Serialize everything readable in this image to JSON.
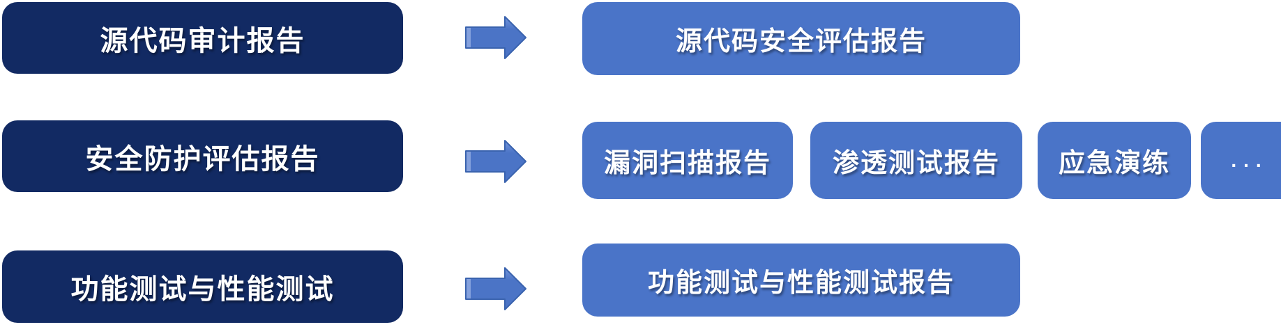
{
  "colors": {
    "dark_box": "#122A63",
    "light_box": "#4A74C8",
    "arrow_fill": "#4B74C6",
    "arrow_stroke": "#3A63AE",
    "arrow_highlight": "#8FA9E0",
    "text": "#FFFFFF",
    "background": "#FFFFFF"
  },
  "rows": [
    {
      "source": "源代码审计报告",
      "targets": [
        {
          "label": "源代码安全评估报告"
        }
      ]
    },
    {
      "source": "安全防护评估报告",
      "targets": [
        {
          "label": "漏洞扫描报告"
        },
        {
          "label": "渗透测试报告"
        },
        {
          "label": "应急演练"
        },
        {
          "label": "...",
          "type": "ellipsis"
        }
      ]
    },
    {
      "source": "功能测试与性能测试",
      "targets": [
        {
          "label": "功能测试与性能测试报告"
        }
      ]
    }
  ]
}
